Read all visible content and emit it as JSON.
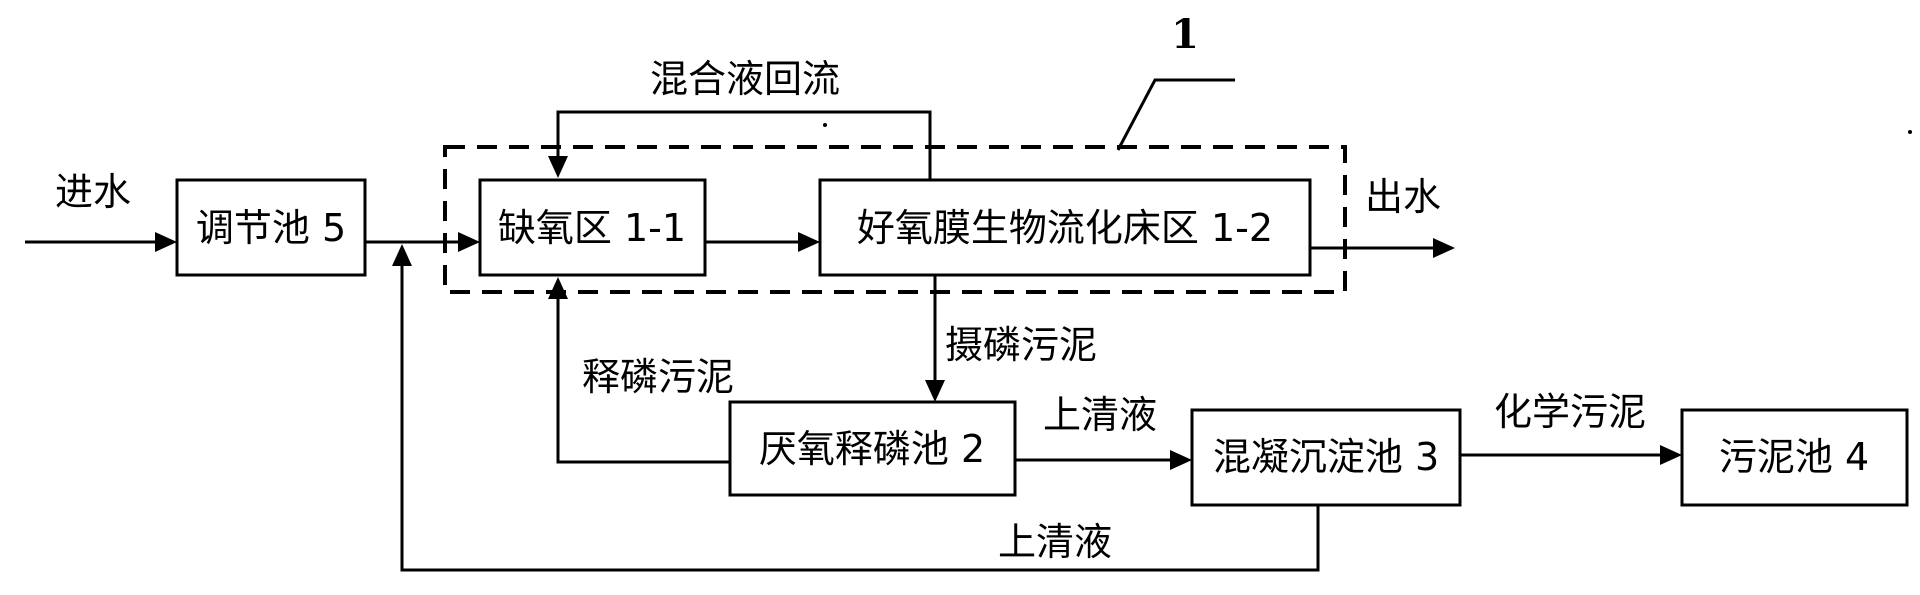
{
  "diagram": {
    "system_number": "1",
    "inlet_label": "进水",
    "outlet_label": "出水",
    "nodes": {
      "equalization": "调节池 5",
      "anoxic": "缺氧区 1-1",
      "aerobic": "好氧膜生物流化床区 1-2",
      "anaerobic_release": "厌氧释磷池 2",
      "coagulation": "混凝沉淀池 3",
      "sludge_tank": "污泥池 4"
    },
    "edges": {
      "mixed_liquor_return": "混合液回流",
      "p_uptake_sludge": "摄磷污泥",
      "p_release_sludge": "释磷污泥",
      "supernatant_1": "上清液",
      "chemical_sludge": "化学污泥",
      "supernatant_2": "上清液"
    }
  }
}
